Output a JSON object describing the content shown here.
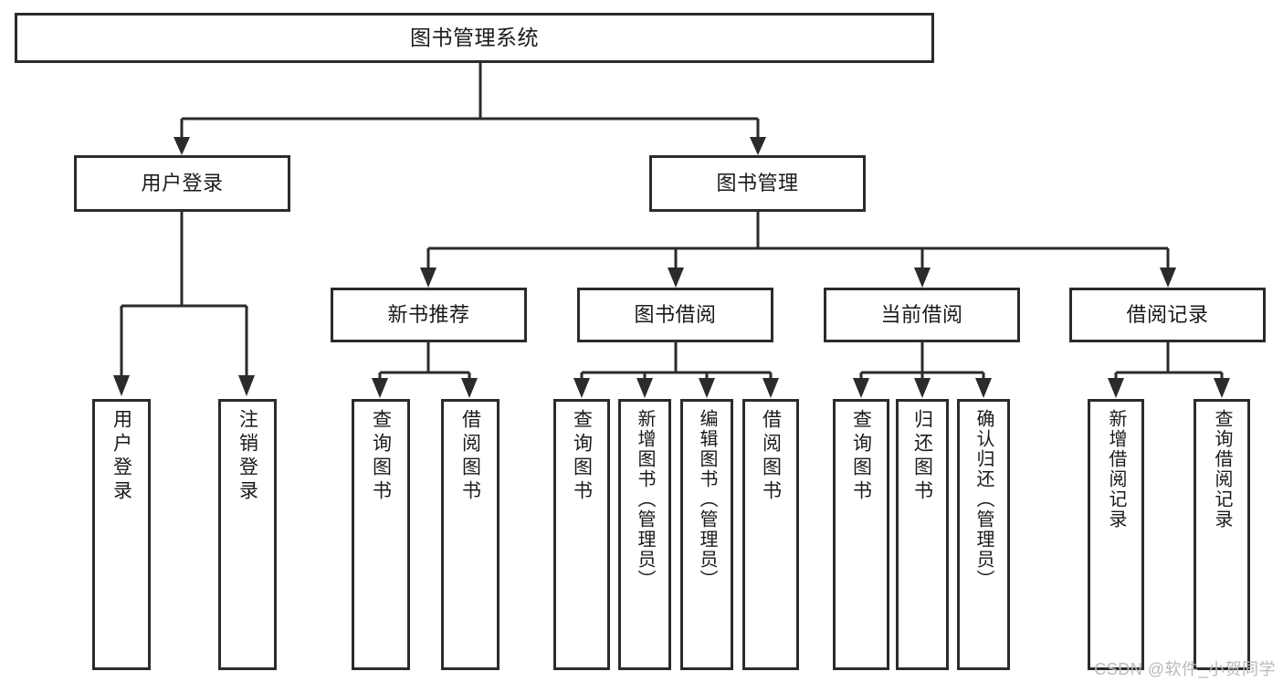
{
  "diagram": {
    "title": "图书管理系统",
    "type": "tree-hierarchy",
    "root": {
      "label": "图书管理系统"
    },
    "level2": [
      {
        "id": "user-login",
        "label": "用户登录"
      },
      {
        "id": "book-manage",
        "label": "图书管理"
      }
    ],
    "level3": [
      {
        "id": "new-book-recommend",
        "label": "新书推荐",
        "parent": "book-manage"
      },
      {
        "id": "book-borrow",
        "label": "图书借阅",
        "parent": "book-manage"
      },
      {
        "id": "current-borrow",
        "label": "当前借阅",
        "parent": "book-manage"
      },
      {
        "id": "borrow-record",
        "label": "借阅记录",
        "parent": "book-manage"
      }
    ],
    "leaves": {
      "user_login": [
        {
          "id": "leaf-user-login",
          "label": "用户登录"
        },
        {
          "id": "leaf-logout-login",
          "label": "注销登录"
        }
      ],
      "new_book_recommend": [
        {
          "id": "leaf-query-book-1",
          "label": "查询图书"
        },
        {
          "id": "leaf-borrow-book-1",
          "label": "借阅图书"
        }
      ],
      "book_borrow": [
        {
          "id": "leaf-query-book-2",
          "label": "查询图书"
        },
        {
          "id": "leaf-add-book",
          "label": "新增图书（管理员）"
        },
        {
          "id": "leaf-edit-book",
          "label": "编辑图书（管理员）"
        },
        {
          "id": "leaf-borrow-book-2",
          "label": "借阅图书"
        }
      ],
      "current_borrow": [
        {
          "id": "leaf-query-book-3",
          "label": "查询图书"
        },
        {
          "id": "leaf-return-book",
          "label": "归还图书"
        },
        {
          "id": "leaf-confirm-return",
          "label": "确认归还（管理员）"
        }
      ],
      "borrow_record": [
        {
          "id": "leaf-add-record",
          "label": "新增借阅记录"
        },
        {
          "id": "leaf-query-record",
          "label": "查询借阅记录"
        }
      ]
    }
  },
  "watermark": {
    "text": "CSDN @软件_小贺同学"
  },
  "colors": {
    "stroke": "#2b2b2b",
    "fill": "#ffffff",
    "text": "#1a1a1a",
    "watermark": "#b9b9b9"
  }
}
